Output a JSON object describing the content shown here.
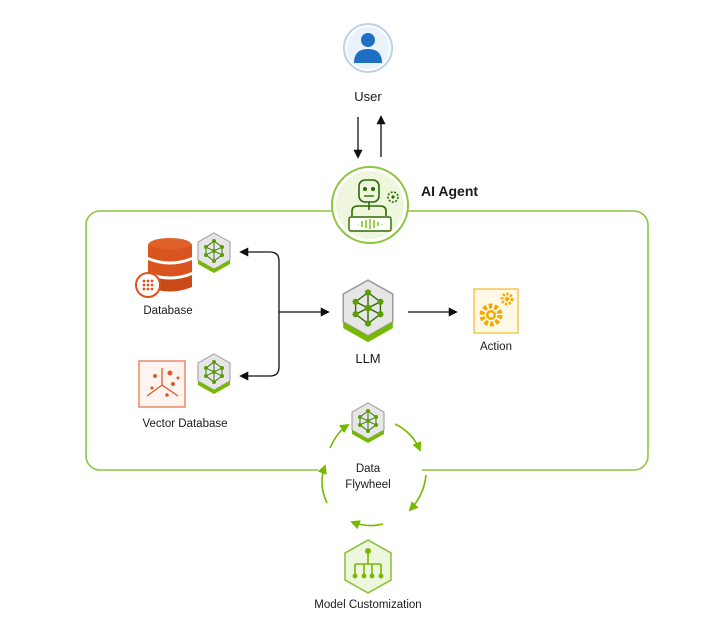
{
  "user": {
    "label": "User"
  },
  "agent": {
    "label": "AI Agent"
  },
  "database": {
    "label": "Database"
  },
  "vector_database": {
    "label": "Vector Database"
  },
  "llm": {
    "label": "LLM"
  },
  "action": {
    "label": "Action"
  },
  "flywheel": {
    "line1": "Data",
    "line2": "Flywheel"
  },
  "model_customization": {
    "label": "Model Customization"
  },
  "colors": {
    "accent_green": "#76b900",
    "user_blue": "#1f6fc5",
    "database_orange": "#d9541e",
    "action_yellow": "#f5a800"
  }
}
